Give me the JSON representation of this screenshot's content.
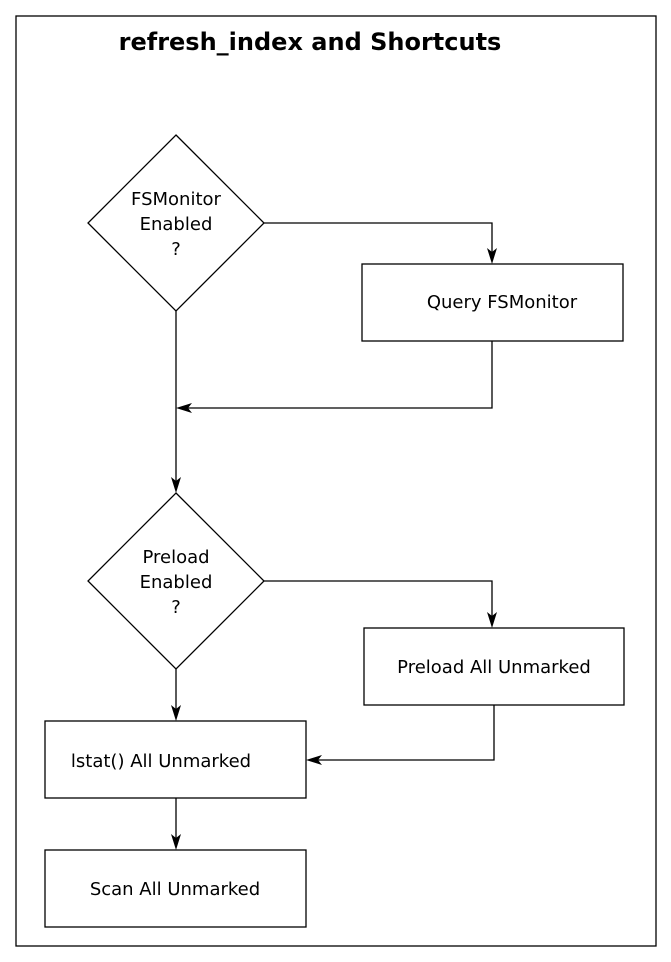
{
  "title": "refresh_index and Shortcuts",
  "nodes": {
    "fsmonitor_decision": {
      "lines": [
        "FSMonitor",
        "Enabled",
        "?"
      ]
    },
    "query_fsmonitor": {
      "label": "Query FSMonitor"
    },
    "preload_decision": {
      "lines": [
        "Preload",
        "Enabled",
        "?"
      ]
    },
    "preload_all_unmarked": {
      "label": "Preload All Unmarked"
    },
    "lstat_all_unmarked": {
      "label": "lstat() All Unmarked"
    },
    "scan_all_unmarked": {
      "label": "Scan All Unmarked"
    }
  }
}
